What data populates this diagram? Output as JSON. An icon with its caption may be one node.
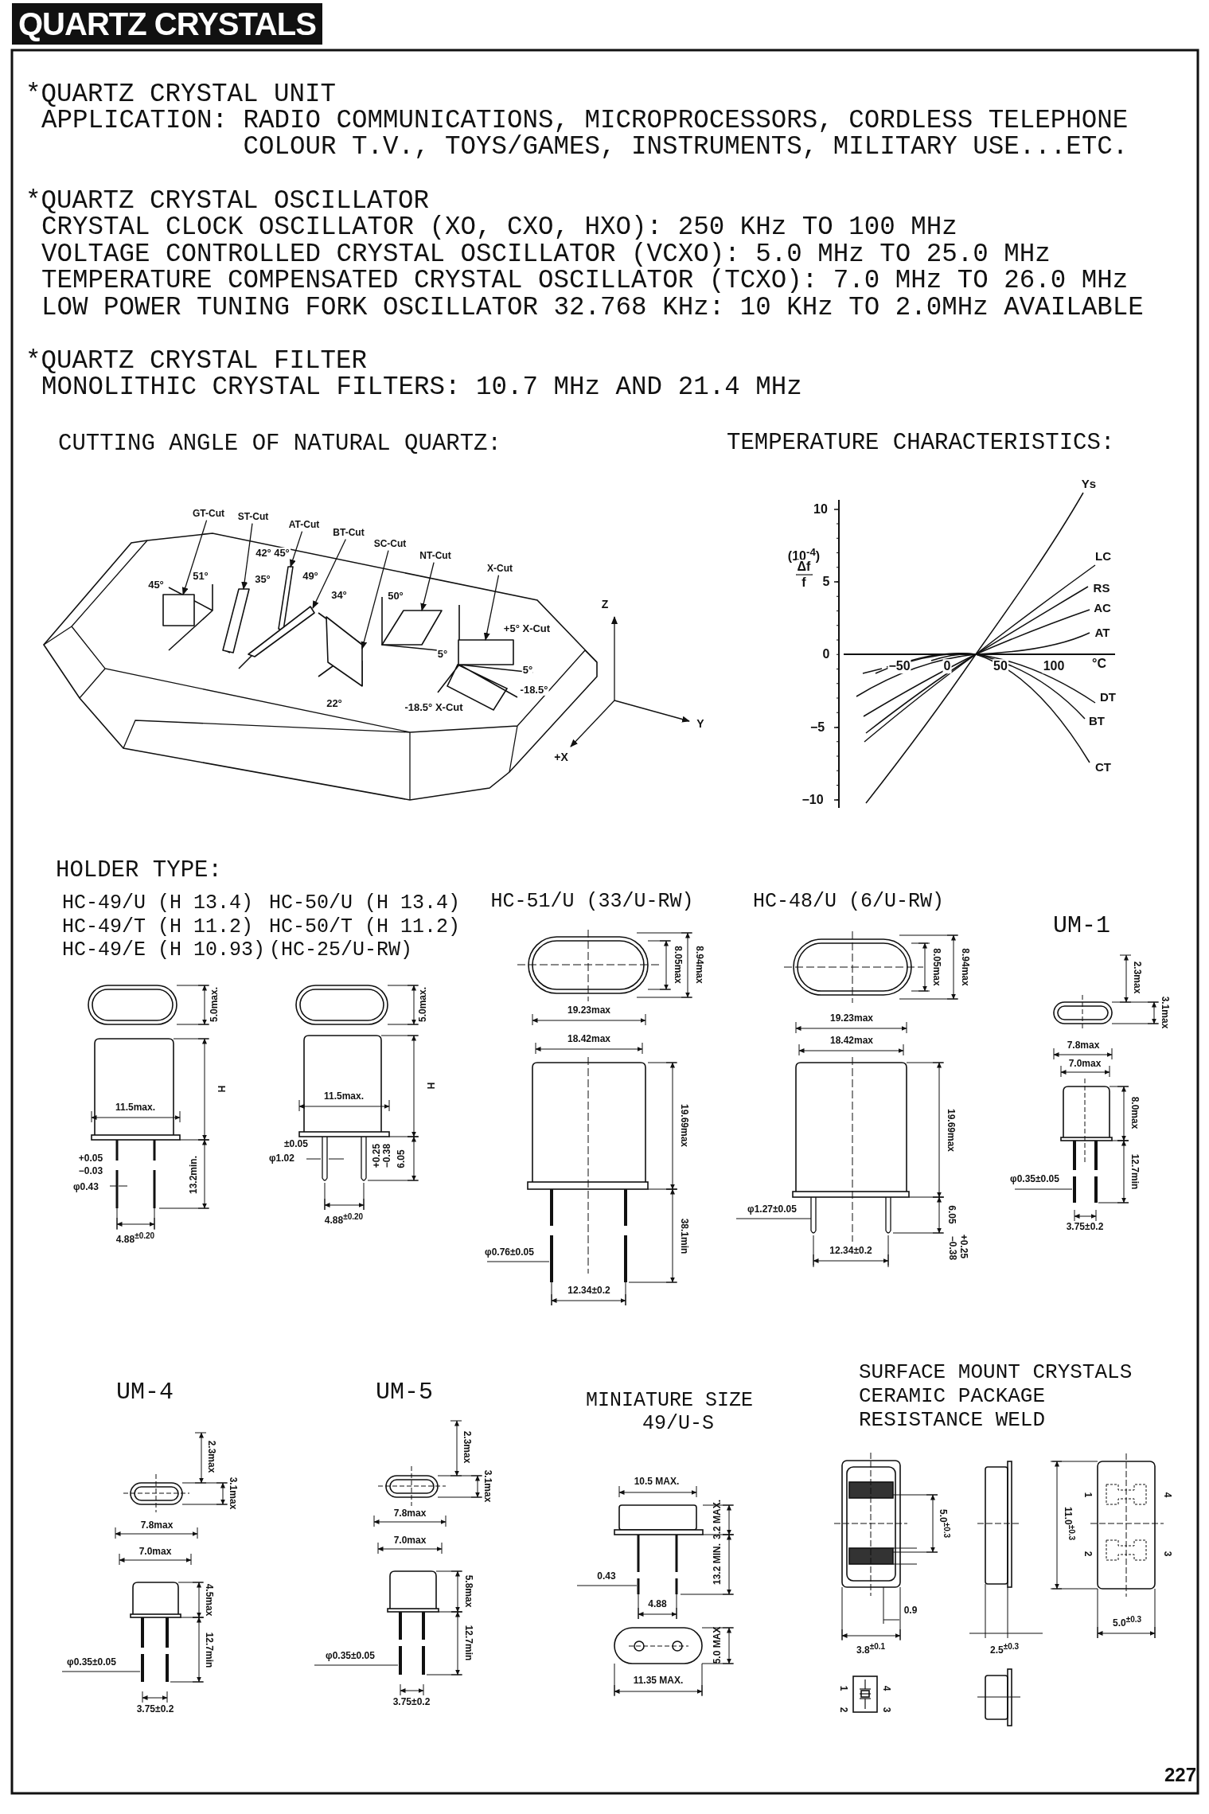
{
  "diagram": {
    "title": "QUARTZ CRYSTALS",
    "nodes": [
      {
        "text": [
          "GT-Cut"
        ]
      },
      {
        "text": [
          "ST-Cut"
        ]
      },
      {
        "text": [
          "AT-Cut"
        ]
      },
      {
        "text": [
          "BT-Cut"
        ]
      },
      {
        "text": [
          "SC-Cut"
        ]
      },
      {
        "text": [
          "NT-Cut"
        ]
      },
      {
        "text": [
          "X-Cut"
        ]
      },
      {
        "text": [],
        "shape": "box"
      },
      {
        "text": [],
        "shape": "box"
      },
      {
        "text": [],
        "shape": "box"
      },
      {
        "text": [],
        "shape": "box"
      },
      {
        "text": [],
        "shape": "box"
      },
      {
        "text": [],
        "shape": "box"
      },
      {
        "text": [],
        "shape": "box"
      }
    ],
    "edges": [
      {
        "from": 0,
        "to": 7,
        "arrow": "to"
      },
      {
        "from": 1,
        "to": 8,
        "arrow": "to"
      },
      {
        "from": 2,
        "to": 9,
        "arrow": "to"
      },
      {
        "from": 3,
        "to": 10,
        "arrow": "to"
      },
      {
        "from": 4,
        "to": 11,
        "arrow": "to"
      },
      {
        "from": 5,
        "to": 12,
        "arrow": "to"
      },
      {
        "from": 6,
        "to": 13,
        "arrow": "to"
      }
    ],
    "labels": [
      "*QUARTZ CRYSTAL UNIT",
      "APPLICATION: RADIO COMMUNICATIONS, MICROPROCESSORS, CORDLESS TELEPHONE COLOUR T.V., TOYS/GAMES, INSTRUMENTS, MILITARY USE...ETC.",
      "*QUARTZ CRYSTAL OSCILLATOR",
      "CRYSTAL CLOCK OSCILLATOR (XO, CXO, HXO): 250 KHz TO 100 MHz",
      "VOLTAGE CONTROLLED CRYSTAL OSCILLATOR (VCXO): 5.0 MHz TO 25.0 MHz",
      "TEMPERATURE COMPENSATED CRYSTAL OSCILLATOR (TCXO): 7.0 MHz TO 26.0 MHz",
      "LOW POWER TUNING FORK OSCILLATOR 32.768 KHz: 10 KHz TO 2.0MHz AVAILABLE",
      "*QUARTZ CRYSTAL FILTER",
      "MONOLITHIC CRYSTAL FILTERS: 10.7 MHz AND 21.4 MHz",
      "CUTTING ANGLE OF NATURAL QUARTZ:",
      "TEMPERATURE CHARACTERISTICS:",
      "51°",
      "45°",
      "42°",
      "45°",
      "35°",
      "49°",
      "34°",
      "50°",
      "+5° X-Cut",
      "5°",
      "5°",
      "-18.5°",
      "22°",
      "-18.5° X-Cut",
      "Z",
      "Y",
      "+X",
      "Ys",
      "10",
      "(10$^{-4}$)",
      "LC",
      "Δf",
      "f",
      "5",
      "RS",
      "AC",
      "AT",
      "0",
      "−50",
      "0",
      "50",
      "100",
      "°C",
      "DT",
      "BT",
      "−5",
      "CT",
      "−10",
      "HOLDER TYPE:",
      "HC-49/U (H 13.4)",
      "HC-50/U (H 13.4)",
      "HC-51/U (33/U-RW)",
      "HC-48/U (6/U-RW)",
      "HC-49/T (H 11.2)",
      "HC-50/T (H 11.2)",
      "UM-1",
      "HC-49/E (H 10.93)",
      "(HC-25/U-RW)",
      "5.0max.",
      "H",
      "11.5max.",
      "+0.05",
      "−0.03",
      "φ0.43",
      "13.2min.",
      "4.88$^{±0.20}$",
      "5.0max.",
      "H",
      "11.5max.",
      "±0.05",
      "φ1.02",
      "+0.25",
      "−0.38",
      "6.05",
      "4.88$^{±0.20}$",
      "8.05max",
      "8.94max",
      "19.23max",
      "18.42max",
      "19.69max",
      "38.1min",
      "φ0.76±0.05",
      "12.34±0.2",
      "8.05max",
      "8.94max",
      "19.23max",
      "18.42max",
      "19.69max",
      "φ1.27±0.05",
      "6.05",
      "−0.38",
      "+0.25",
      "12.34±0.2",
      "2.3max",
      "3.1max",
      "7.8max",
      "7.0max",
      "8.0max",
      "12.7min",
      "φ0.35±0.05",
      "3.75±0.2",
      "UM-4",
      "UM-5",
      "MINIATURE SIZE",
      "49/U-S",
      "SURFACE MOUNT CRYSTALS",
      "CERAMIC PACKAGE",
      "RESISTANCE WELD",
      "2.3max",
      "3.1max",
      "7.8max",
      "7.0max",
      "4.5max",
      "12.7min",
      "φ0.35±0.05",
      "3.75±0.2",
      "2.3max",
      "3.1max",
      "7.8max",
      "7.0max",
      "5.8max",
      "12.7min",
      "φ0.35±0.05",
      "3.75±0.2",
      "10.5 MAX.",
      "3.2 MAX.",
      "13.2 MIN.",
      "0.43",
      "4.88",
      "5.0 MAX",
      "11.35 MAX.",
      "5.0$^{±0.3}$",
      "0.9",
      "3.8$^{±0.1}$",
      "2.5$^{±0.3}$",
      "11.0$^{±0.3}$",
      "1",
      "4",
      "2",
      "3",
      "5.0$^{±0.3}$",
      "1",
      "4",
      "2",
      "3",
      "227"
    ]
  }
}
